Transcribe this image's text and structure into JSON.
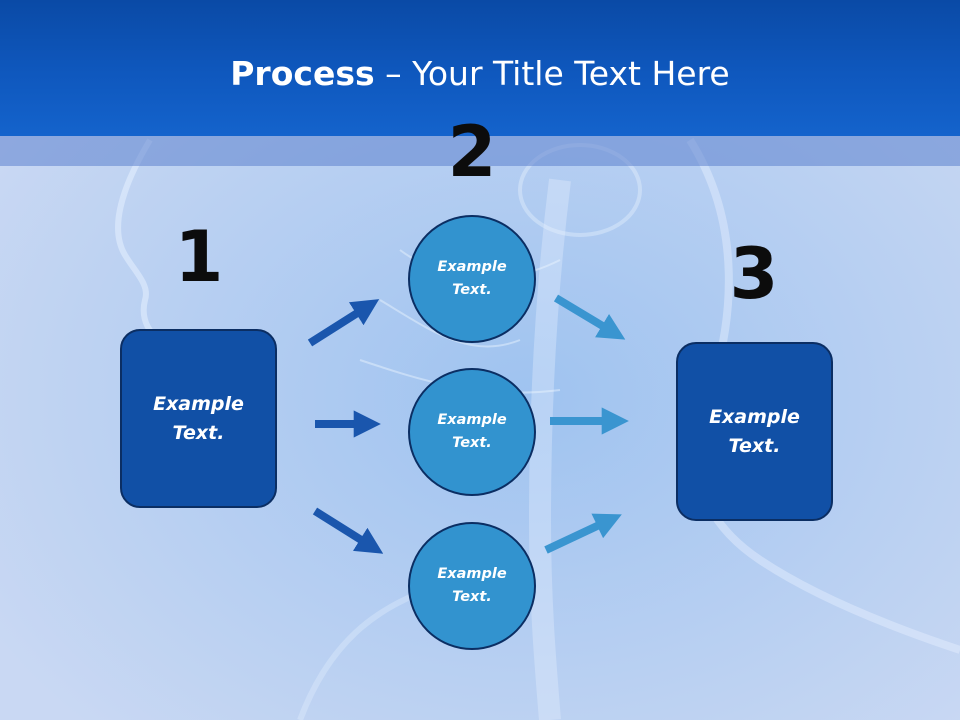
{
  "slide": {
    "title_bold": "Process",
    "title_rest": " – Your Title Text Here"
  },
  "steps": {
    "step1": {
      "number": "1",
      "text": "Example\nText."
    },
    "step2": {
      "number": "2",
      "circles": [
        {
          "text": "Example\nText."
        },
        {
          "text": "Example\nText."
        },
        {
          "text": "Example\nText."
        }
      ]
    },
    "step3": {
      "number": "3",
      "text": "Example\nText."
    }
  },
  "colors": {
    "header": "#0f58be",
    "box_fill": "#1150a6",
    "circle_fill": "#3293cf",
    "arrow_dark": "#1a56ad",
    "arrow_light": "#3a95d0",
    "outline": "#0b2e63"
  }
}
